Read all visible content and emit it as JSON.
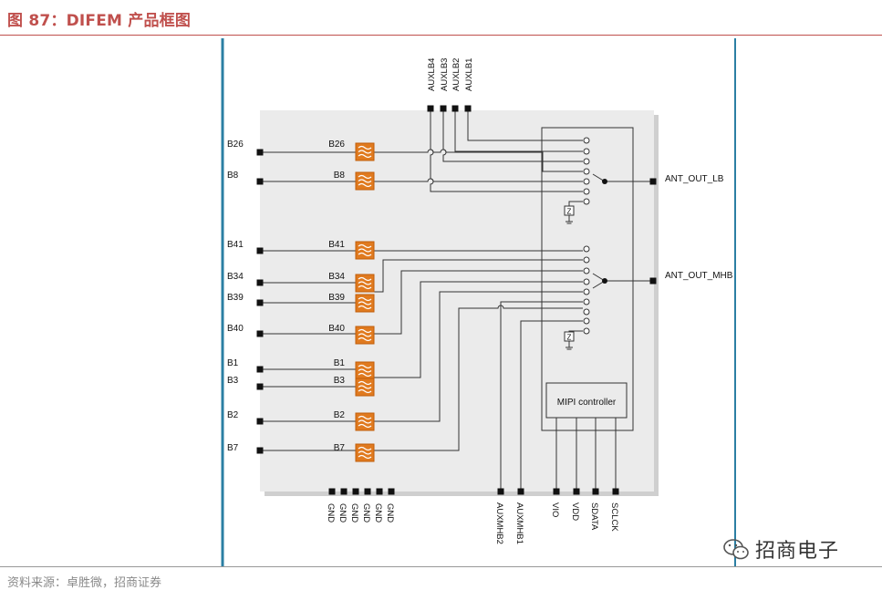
{
  "figure": {
    "title": "图 87：DIFEM 产品框图",
    "source": "资料来源：卓胜微，招商证券",
    "watermark": "招商电子"
  },
  "diagram": {
    "left_ports": [
      "B26",
      "B8",
      "B41",
      "B34",
      "B39",
      "B40",
      "B1",
      "B3",
      "B2",
      "B7"
    ],
    "filter_labels": [
      "B26",
      "B8",
      "B41",
      "B34",
      "B39",
      "B40",
      "B1",
      "B3",
      "B2",
      "B7"
    ],
    "top_ports": [
      "AUXLB4",
      "AUXLB3",
      "AUXLB2",
      "AUXLB1"
    ],
    "gnd_ports": [
      "GND",
      "GND",
      "GND",
      "GND",
      "GND",
      "GND"
    ],
    "bottom_ports": [
      "AUXMHB2",
      "AUXMHB1",
      "VIO",
      "VDD",
      "SDATA",
      "SCLCK"
    ],
    "outputs": [
      "ANT_OUT_LB",
      "ANT_OUT_MHB"
    ],
    "controller": "MIPI controller",
    "term_symbol": "Z"
  }
}
